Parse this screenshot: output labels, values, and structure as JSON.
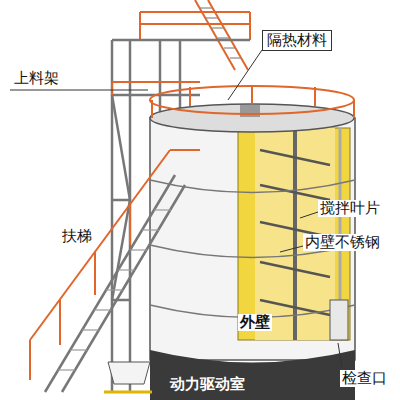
{
  "diagram": {
    "labels": [
      "上料架",
      "隔热材料",
      "扶梯",
      "搅拌叶片",
      "内壁不锈钢",
      "外壁",
      "检查口",
      "动力驱动室"
    ]
  }
}
